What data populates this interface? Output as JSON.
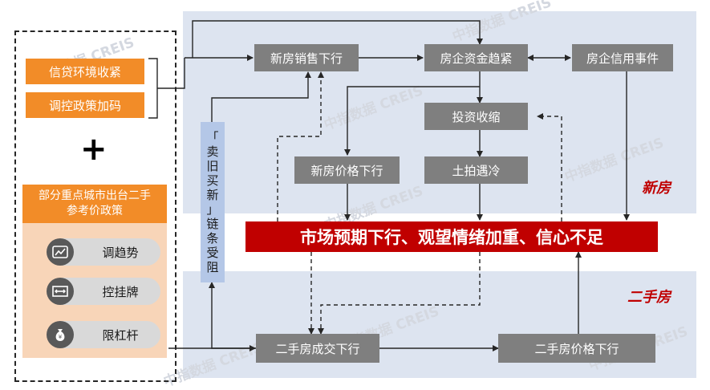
{
  "sections": {
    "new_house": "新房",
    "second_hand": "二手房"
  },
  "policy": {
    "items": [
      "信贷环境收紧",
      "调控政策加码"
    ],
    "plus": "+",
    "secondhand_policy_title": "部分重点城市出台二手\n参考价政策",
    "secondhand_policy_items": [
      {
        "icon": "trend-icon",
        "label": "调趋势"
      },
      {
        "icon": "listing-icon",
        "label": "控挂牌"
      },
      {
        "icon": "money-bag-icon",
        "label": "限杠杆"
      }
    ]
  },
  "nodes": {
    "new_sales_down": "新房销售下行",
    "developer_funds_tight": "房企资金趋紧",
    "developer_credit_events": "房企信用事件",
    "investment_shrink": "投资收缩",
    "new_price_down": "新房价格下行",
    "land_auction_cold": "土拍遇冷",
    "market_expectation": "市场预期下行、观望情绪加重、信心不足",
    "secondhand_sales_down": "二手房成交下行",
    "secondhand_price_down": "二手房价格下行",
    "sell_old_buy_new": [
      "「",
      "卖",
      "旧",
      "买",
      "新",
      "」",
      "链",
      "条",
      "受",
      "阻"
    ]
  },
  "watermark": "中指数据 CREIS"
}
